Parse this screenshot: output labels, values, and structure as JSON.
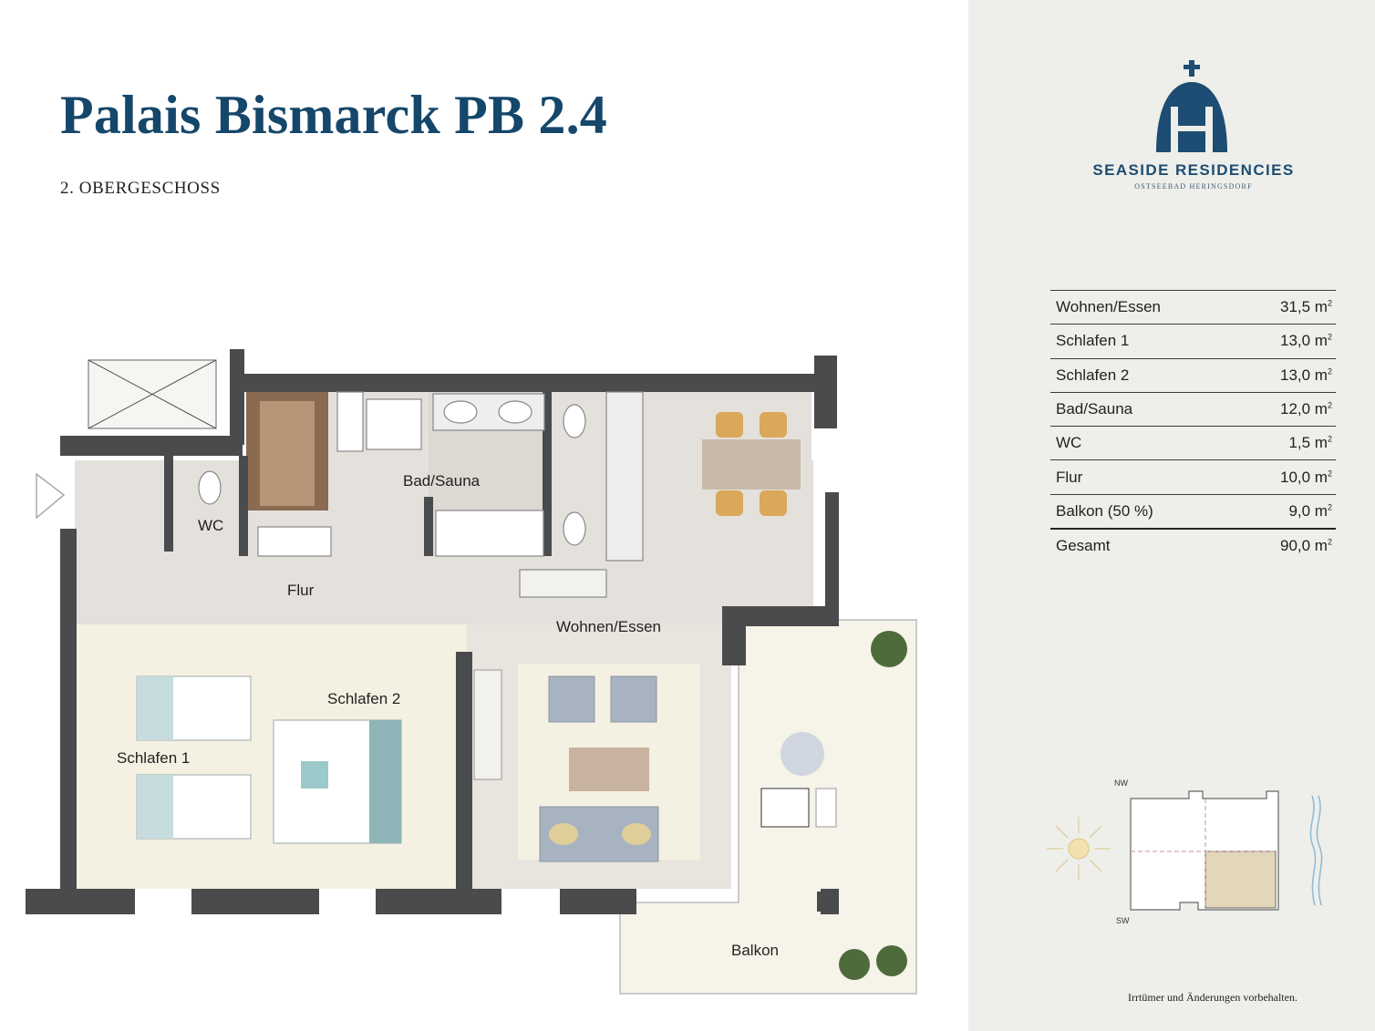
{
  "header": {
    "title": "Palais Bismarck PB 2.4",
    "floor": "2. OBERGESCHOSS"
  },
  "rooms": {
    "wc": "WC",
    "bad_sauna": "Bad/Sauna",
    "flur": "Flur",
    "wohnen_essen": "Wohnen/Essen",
    "schlafen_1": "Schlafen 1",
    "schlafen_2": "Schlafen 2",
    "balkon": "Balkon"
  },
  "brand": {
    "name": "SEASIDE RESIDENCIES",
    "subtitle": "OSTSEEBAD HERINGSDORF",
    "color": "#1d4d72"
  },
  "areas": [
    {
      "label": "Wohnen/Essen",
      "value": "31,5 m",
      "unit_sup": "2"
    },
    {
      "label": "Schlafen 1",
      "value": "13,0 m",
      "unit_sup": "2"
    },
    {
      "label": "Schlafen 2",
      "value": "13,0 m",
      "unit_sup": "2"
    },
    {
      "label": "Bad/Sauna",
      "value": "12,0 m",
      "unit_sup": "2"
    },
    {
      "label": "WC",
      "value": "1,5 m",
      "unit_sup": "2"
    },
    {
      "label": "Flur",
      "value": "10,0 m",
      "unit_sup": "2"
    },
    {
      "label": "Balkon (50 %)",
      "value": "9,0 m",
      "unit_sup": "2"
    },
    {
      "label": "Gesamt",
      "value": "90,0 m",
      "unit_sup": "2"
    }
  ],
  "orientation": {
    "north_label": "NW",
    "south_label": "SW"
  },
  "disclaimer": "Irrtümer und Änderungen vorbehalten.",
  "colors": {
    "title": "#14476a",
    "wall": "#4a4b4d",
    "floor_grey": "#e4e1dc",
    "floor_bedroom": "#f5f1e2",
    "sidebar": "#eeeeea",
    "highlight_unit": "#e2d7b8"
  }
}
